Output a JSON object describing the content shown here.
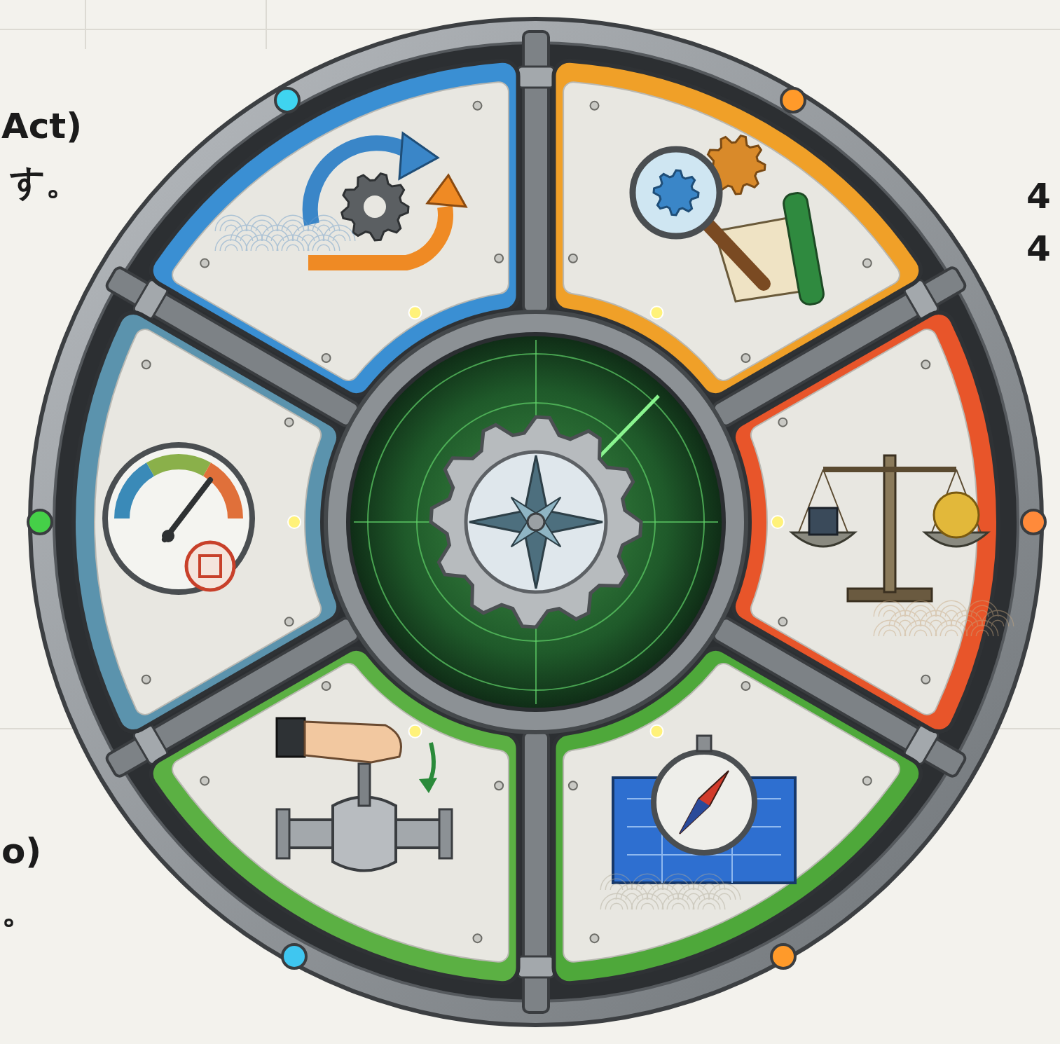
{
  "diagram": {
    "labels": [
      "Act)",
      "す。",
      "4",
      "4",
      "o)",
      "。"
    ]
  }
}
